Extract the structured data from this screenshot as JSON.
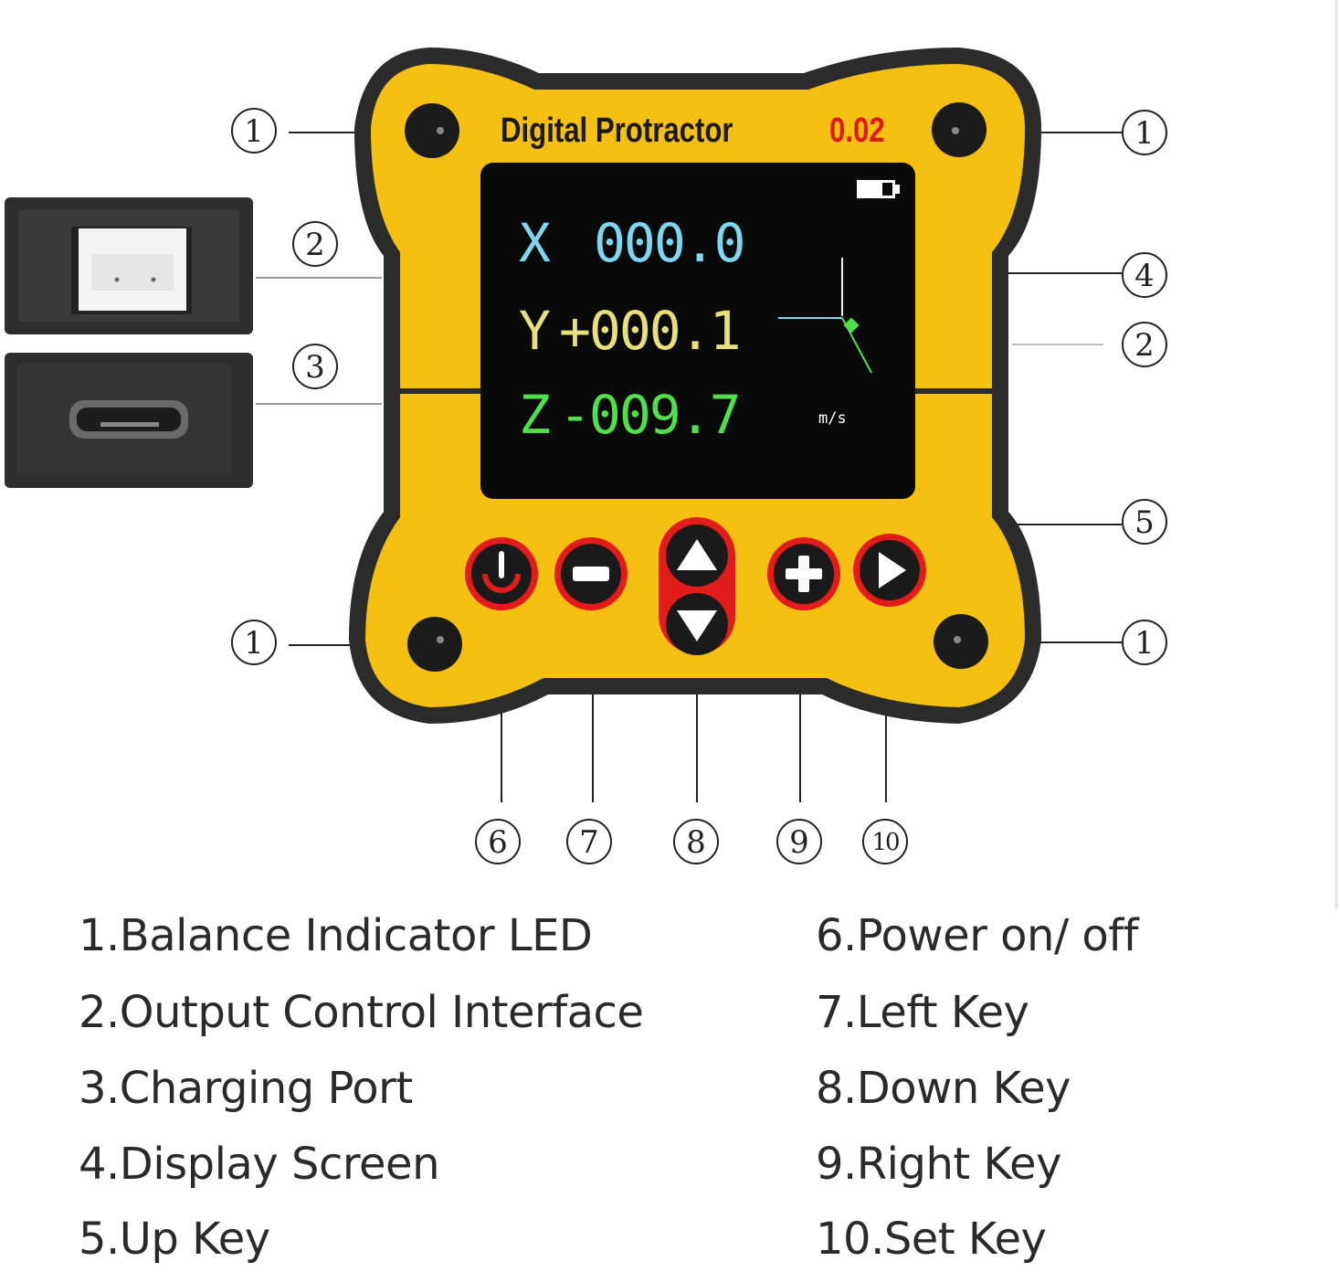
{
  "device": {
    "title": "Digital Protractor",
    "version": "0.02",
    "body_color": "#f5c012",
    "frame_color": "#2b2b2b"
  },
  "screen": {
    "x_axis": "X",
    "x_value": "000.0",
    "x_color": "#7fd6f0",
    "y_axis": "Y",
    "y_value": "+000.1",
    "y_color": "#e8e07a",
    "z_axis": "Z",
    "z_value": "-009.7",
    "z_color": "#4fe04a",
    "unit": "m/s",
    "battery_icon": "battery-icon"
  },
  "callouts": {
    "c1": "1",
    "c2": "2",
    "c3": "3",
    "c4": "4",
    "c5": "5",
    "c6": "6",
    "c7": "7",
    "c8": "8",
    "c9": "9",
    "c10": "10"
  },
  "buttons": {
    "power": "power-icon",
    "minus": "minus-icon",
    "up": "up-arrow-icon",
    "down": "down-arrow-icon",
    "plus": "plus-icon",
    "right": "play-icon"
  },
  "legend": {
    "left": [
      "1.Balance Indicator LED",
      "2.Output Control Interface",
      "3.Charging Port",
      "4.Display Screen",
      "5.Up Key"
    ],
    "right": [
      "6.Power on/ off",
      "7.Left Key",
      "8.Down Key",
      "9.Right Key",
      "10.Set Key"
    ]
  }
}
